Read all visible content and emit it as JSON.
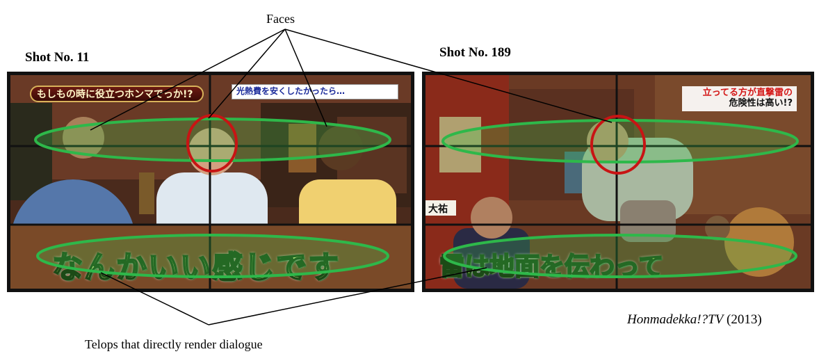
{
  "labels": {
    "faces": "Faces",
    "shot_left": "Shot No. 11",
    "shot_right": "Shot No. 189",
    "source_title": "Honmadekka!?TV",
    "source_year": "(2013)",
    "telops": "Telops that directly render dialogue"
  },
  "shot11": {
    "banner_title": "もしもの時に役立つホンマでっか!?",
    "banner_topic": "光熱費を安くしたかったら…",
    "telop": "なんかいい感じです"
  },
  "shot189": {
    "banner_line1": "立ってる方が直撃雷の",
    "banner_line2": "危険性は高い!?",
    "name_tag": "大祐",
    "telop": "雷は地面を伝わって"
  },
  "colors": {
    "face_ellipse": "#2eb84a",
    "focus_circle": "#c81414",
    "grid": "#111111"
  }
}
